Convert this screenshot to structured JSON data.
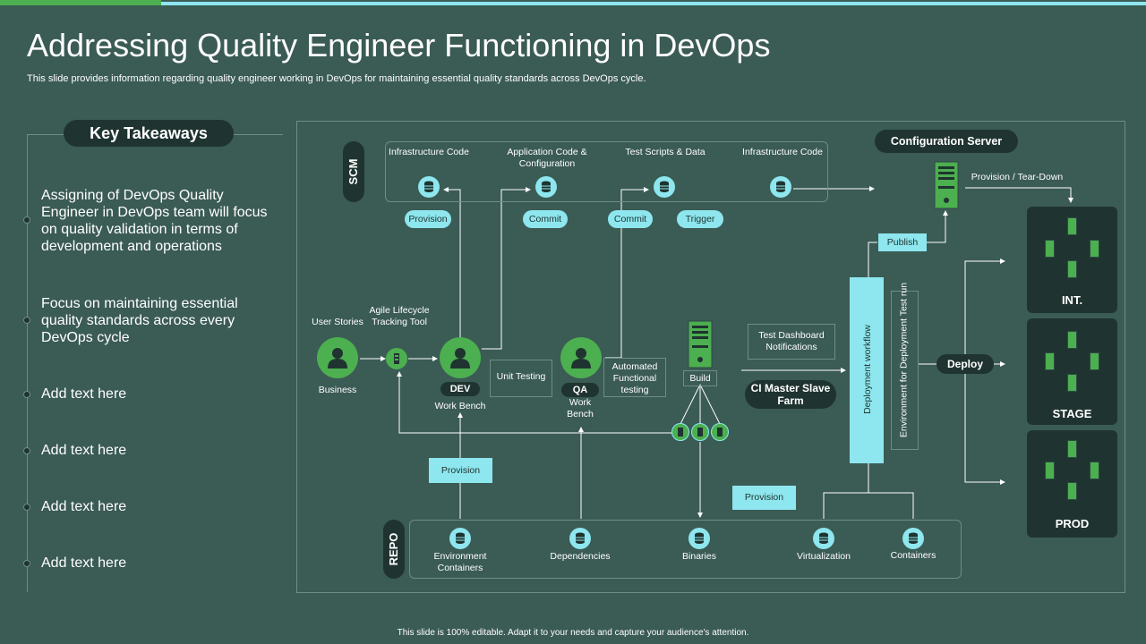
{
  "title": "Addressing Quality Engineer Functioning in DevOps",
  "subtitle": "This slide provides information regarding quality engineer working in DevOps for maintaining essential quality standards across DevOps cycle.",
  "key_takeaways": {
    "heading": "Key Takeaways",
    "items": [
      "Assigning of DevOps Quality Engineer in DevOps team will focus on quality validation in terms of development and operations",
      "Focus on maintaining essential quality standards across every DevOps cycle",
      "Add text here",
      "Add text here",
      "Add text here",
      "Add text here"
    ]
  },
  "scm": {
    "label": "SCM",
    "items": [
      "Infrastructure Code",
      "Application Code & Configuration",
      "Test Scripts & Data",
      "Infrastructure Code"
    ],
    "pills": [
      "Provision",
      "Commit",
      "Commit",
      "Trigger"
    ]
  },
  "config_server": {
    "label": "Configuration Server",
    "provision_teardown": "Provision / Tear-Down",
    "publish": "Publish"
  },
  "flow": {
    "user_stories": "User Stories",
    "business": "Business",
    "agile_tool": "Agile Lifecycle Tracking Tool",
    "dev": "DEV",
    "dev_bench": "Work Bench",
    "unit_testing": "Unit Testing",
    "qa": "QA",
    "qa_bench": "Work Bench",
    "automated_testing": "Automated Functional testing",
    "build": "Build",
    "test_dashboard": "Test Dashboard Notifications",
    "ci_master": "CI Master Slave Farm",
    "deployment_workflow": "Deployment workflow",
    "env_test_run": "Environment for Deployment Test run",
    "deploy": "Deploy",
    "provision_1": "Provision",
    "provision_2": "Provision"
  },
  "repo": {
    "label": "REPO",
    "items": [
      "Environment Containers",
      "Dependencies",
      "Binaries",
      "Virtualization",
      "Containers"
    ]
  },
  "environments": [
    "INT.",
    "STAGE",
    "PROD"
  ],
  "footer": "This slide is 100% editable. Adapt it to your needs and capture your audience's attention.",
  "colors": {
    "background": "#3b5b55",
    "dark": "#1f3430",
    "cyan": "#8ee6ee",
    "green": "#4caf50"
  }
}
